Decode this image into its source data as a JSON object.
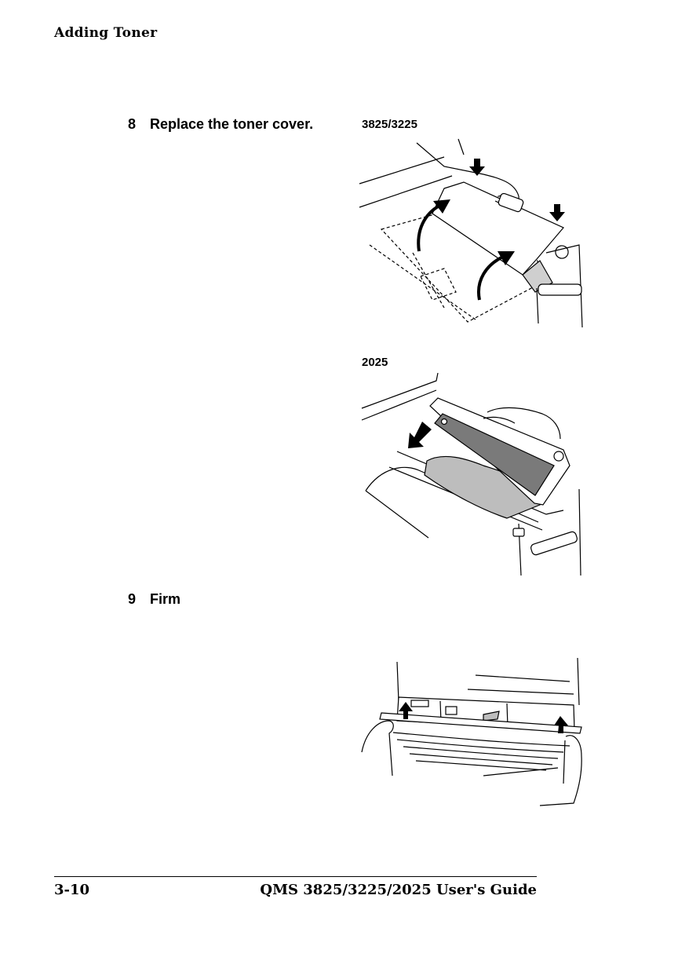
{
  "header": {
    "title": "Adding Toner"
  },
  "steps": [
    {
      "number": "8",
      "text": "Replace the toner cover."
    },
    {
      "number": "9",
      "text": "Firm"
    }
  ],
  "figures": [
    {
      "caption": "3825/3225"
    },
    {
      "caption": "2025"
    },
    {
      "caption": ""
    }
  ],
  "footer": {
    "page_number": "3-10",
    "guide_title": "QMS 3825/3225/2025 User's Guide"
  }
}
